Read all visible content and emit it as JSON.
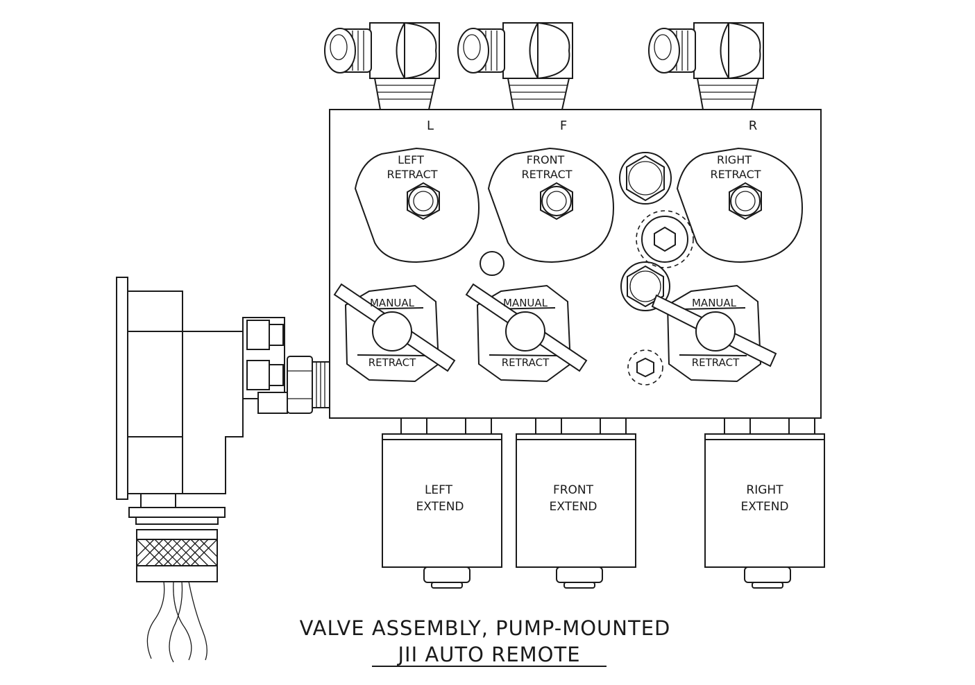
{
  "diagram": {
    "title_line1": "VALVE ASSEMBLY, PUMP-MOUNTED",
    "title_line2": "JII  AUTO REMOTE",
    "ports": {
      "left": "L",
      "front": "F",
      "right": "R"
    },
    "retract_valves": {
      "left": {
        "line1": "LEFT",
        "line2": "RETRACT"
      },
      "front": {
        "line1": "FRONT",
        "line2": "RETRACT"
      },
      "right": {
        "line1": "RIGHT",
        "line2": "RETRACT"
      }
    },
    "manual_valves": {
      "left": {
        "top": "MANUAL",
        "bottom": "RETRACT"
      },
      "front": {
        "top": "MANUAL",
        "bottom": "RETRACT"
      },
      "right": {
        "top": "MANUAL",
        "bottom": "RETRACT"
      }
    },
    "solenoids": {
      "left": {
        "line1": "LEFT",
        "line2": "EXTEND"
      },
      "front": {
        "line1": "FRONT",
        "line2": "EXTEND"
      },
      "right": {
        "line1": "RIGHT",
        "line2": "EXTEND"
      }
    }
  }
}
